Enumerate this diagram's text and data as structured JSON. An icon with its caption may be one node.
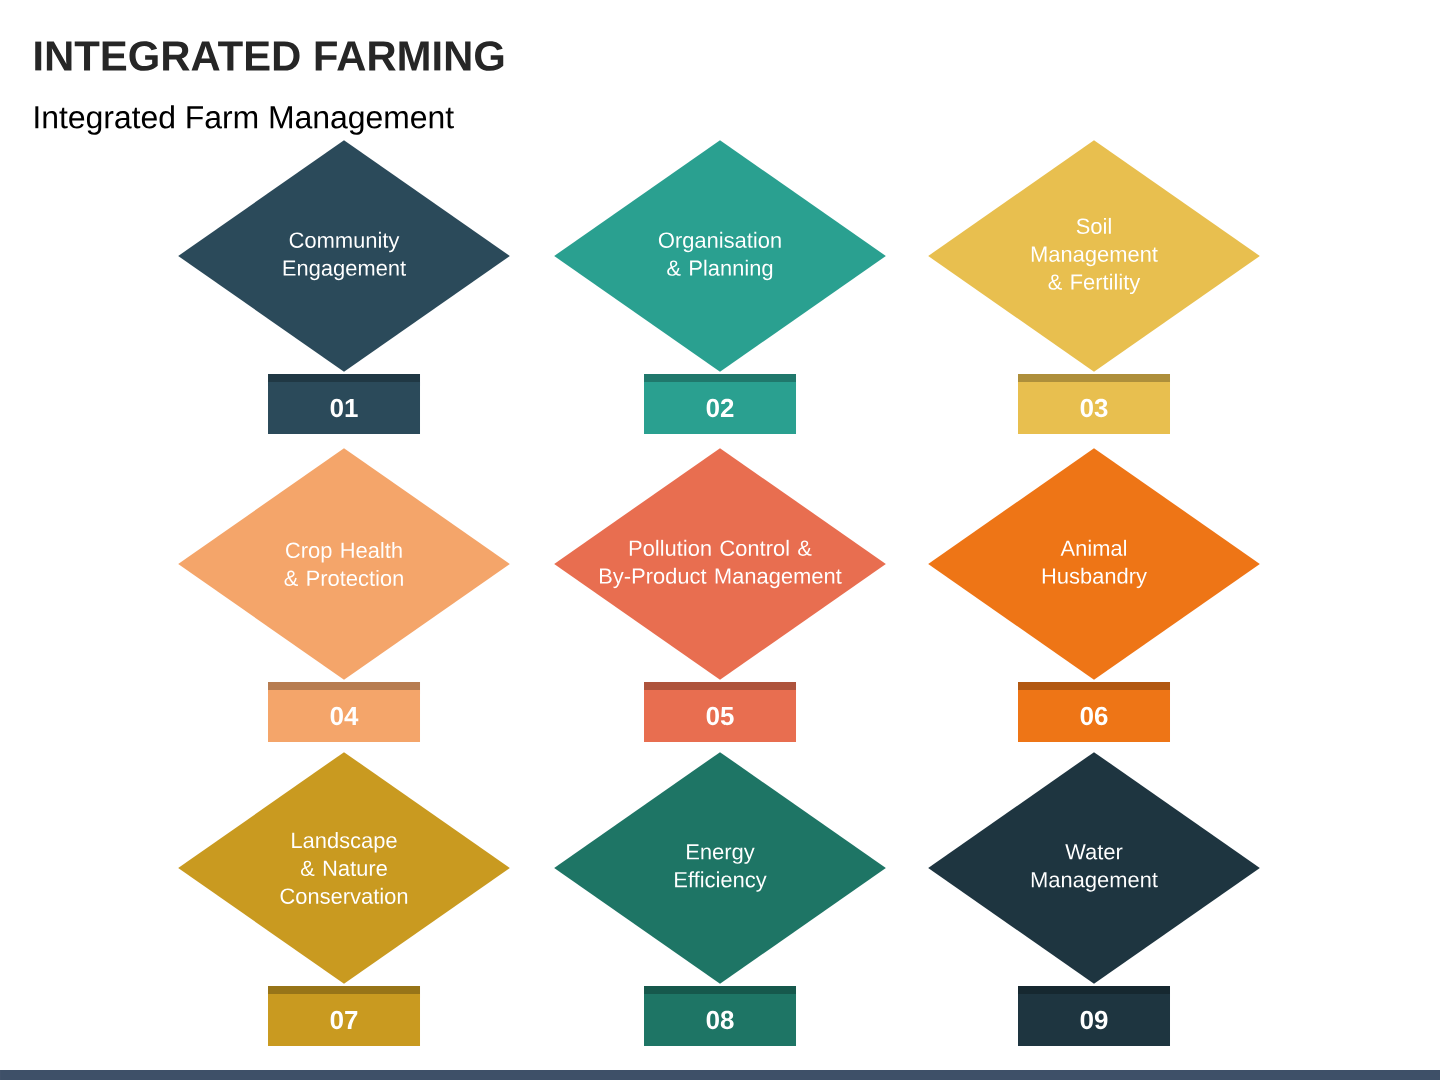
{
  "diagram": {
    "title": "INTEGRATED FARMING",
    "caption": "Integrated Farm Management",
    "nodes": [
      {
        "text": [
          "Community Engagement"
        ]
      },
      {
        "text": [
          "01"
        ]
      },
      {
        "text": [
          "Organisation & Planning"
        ]
      },
      {
        "text": [
          "02"
        ]
      },
      {
        "text": [
          "Soil Management & Fertility"
        ]
      },
      {
        "text": [
          "03"
        ]
      },
      {
        "text": [
          "Crop Health & Protection"
        ]
      },
      {
        "text": [
          "04"
        ]
      },
      {
        "text": [
          "Pollution Control & By-Product Management"
        ]
      },
      {
        "text": [
          "05"
        ]
      },
      {
        "text": [
          "Animal Husbandry"
        ]
      },
      {
        "text": [
          "06"
        ]
      },
      {
        "text": [
          "Landscape & Nature Conservation"
        ]
      },
      {
        "text": [
          "07"
        ]
      },
      {
        "text": [
          "Energy Efficiency"
        ]
      },
      {
        "text": [
          "08"
        ]
      },
      {
        "text": [
          "Water Management"
        ]
      },
      {
        "text": [
          "09"
        ]
      }
    ]
  }
}
